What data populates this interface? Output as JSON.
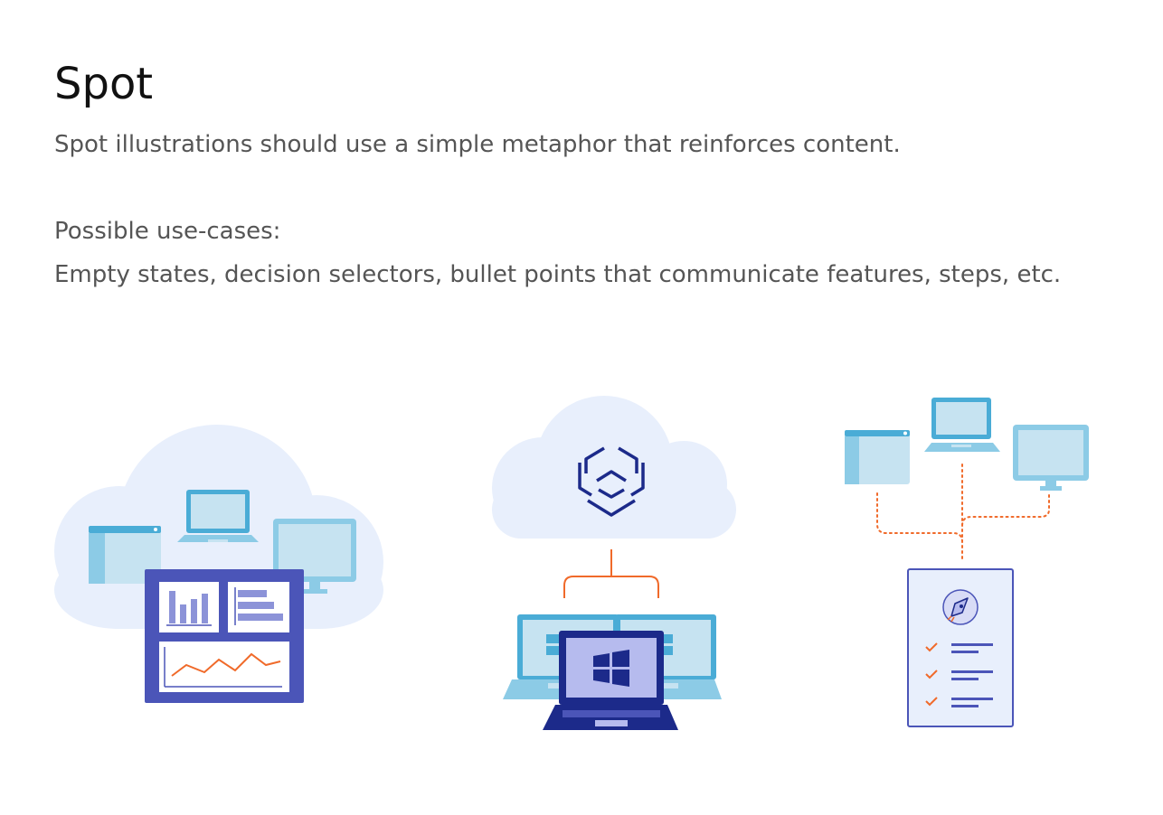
{
  "section": {
    "title": "Spot",
    "description": "Spot illustrations should use a simple metaphor that reinforces content.",
    "use_cases_heading": "Possible use-cases:",
    "use_cases_text": "Empty states, decision selectors, bullet points that communicate features, steps, etc."
  },
  "illustrations": [
    {
      "icon": "cloud-dashboard-icon"
    },
    {
      "icon": "cloud-windows-network-icon"
    },
    {
      "icon": "devices-checklist-icon"
    }
  ],
  "colors": {
    "cloud": "#e8effc",
    "navy": "#1c2a8a",
    "indigo": "#4b55b8",
    "light_indigo": "#b6bbee",
    "sky": "#4aacd6",
    "sky_light": "#c6e3f1",
    "orange": "#f06a2a"
  }
}
